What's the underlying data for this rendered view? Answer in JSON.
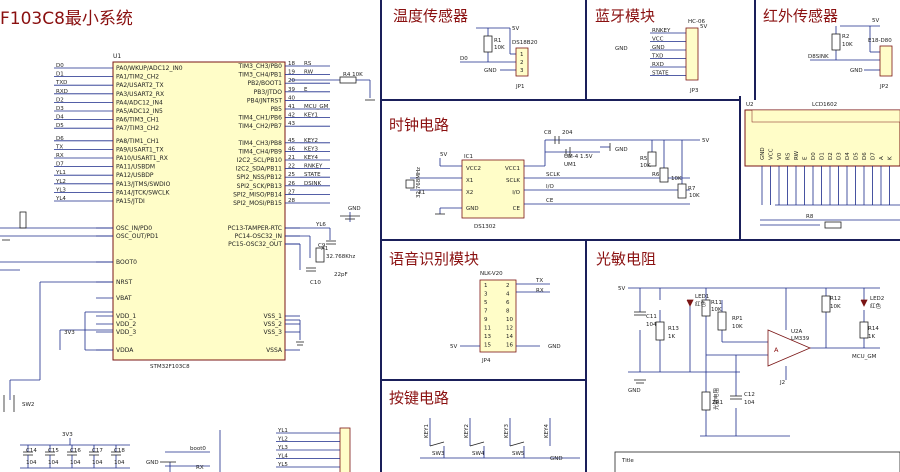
{
  "titles": {
    "mcu": "F103C8最小系统",
    "temp": "温度传感器",
    "bt": "蓝牙模块",
    "ir": "红外传感器",
    "clock": "时钟电路",
    "voice": "语音识别模块",
    "photo": "光敏电阻",
    "keys": "按键电路"
  },
  "mcu": {
    "ref": "U1",
    "part": "STM32F103C8",
    "left_pins": [
      "PA0/WKUP/ADC12_IN0",
      "PA1/TIM2_CH2",
      "PA2/USART2_TX",
      "PA3/USART2_RX",
      "PA4/ADC12_IN4",
      "PA5/ADC12_IN5",
      "PA6/TIM3_CH1",
      "PA7/TIM3_CH2",
      "PA8/TIM1_CH1",
      "PA9/USART1_TX",
      "PA10/USART1_RX",
      "PA11/USBDM",
      "PA12/USBDP",
      "PA13/JTMS/SWDIO",
      "PA14/JTCK/SWCLK",
      "PA15/JTDI",
      "OSC_IN/PD0",
      "OSC_OUT/PD1",
      "BOOT0",
      "NRST",
      "VBAT",
      "VDD_1",
      "VDD_2",
      "VDD_3",
      "VDDA"
    ],
    "right_pins": [
      "TIM3_CH3/PB0",
      "TIM3_CH4/PB1",
      "PB2/BOOT1",
      "PB3/JTDO",
      "PB4/JNTRST",
      "PB5",
      "TIM4_CH1/PB6",
      "TIM4_CH2/PB7",
      "TIM4_CH3/PB8",
      "TIM4_CH4/PB9",
      "I2C2_SCL/PB10",
      "I2C2_SDA/PB11",
      "SPI2_NSS/PB12",
      "SPI2_SCK/PB13",
      "SPI2_MISO/PB14",
      "SPI2_MOSI/PB15",
      "PC13-TAMPER-RTC",
      "PC14-OSC32_IN",
      "PC15-OSC32_OUT",
      "VSS_1",
      "VSS_2",
      "VSS_3",
      "VSSA"
    ],
    "left_nets": [
      "D0",
      "D1",
      "TXD",
      "RXD",
      "D2",
      "D3",
      "D4",
      "D5",
      "D6",
      "TX",
      "RX",
      "D7",
      "YL1",
      "YL2",
      "YL3",
      "YL4"
    ],
    "right_nets": [
      "RS",
      "RW",
      "",
      "E",
      "",
      "MCU_GM",
      "KEY1",
      "",
      "KEY2",
      "KEY3",
      "KEY4",
      "RNKEY",
      "STATE",
      "DSINK",
      "",
      ""
    ],
    "right_pin_nums": [
      "18",
      "19",
      "20",
      "39",
      "40",
      "41",
      "42",
      "43",
      "45",
      "46",
      "21",
      "22",
      "25",
      "26",
      "27",
      "28"
    ],
    "crystal": "32.768Khz",
    "cap": "22pF",
    "r4": "R4 10K",
    "yl6": "YL6",
    "c9": "C9",
    "x1": "X1",
    "c10": "C10",
    "gnd": "GND",
    "sw2": "SW2",
    "v3": "3V3"
  },
  "temp": {
    "r": "R1",
    "rv": "10K",
    "part": "DS18B20",
    "jp": "JP1",
    "net": "D0",
    "vcc": "5V",
    "gnd": "GND"
  },
  "bt": {
    "part": "HC-06",
    "jp": "JP3",
    "pins": [
      "RNKEY",
      "VCC",
      "GND",
      "TXD",
      "RXD",
      "STATE"
    ],
    "vcc": "5V",
    "gnd": "GND"
  },
  "ir": {
    "r": "R2",
    "rv": "10K",
    "part": "E18-D80",
    "jp": "JP2",
    "net": "D8SINK",
    "vcc": "5V",
    "gnd": "GND"
  },
  "lcd": {
    "ref": "U2",
    "part": "LCD1602",
    "pins": [
      "GND",
      "VCC",
      "V0",
      "RS",
      "RW",
      "E",
      "D0",
      "D1",
      "D2",
      "D3",
      "D4",
      "D5",
      "D6",
      "D7",
      "A",
      "K"
    ],
    "r8": "R8"
  },
  "clock": {
    "ic": "IC1",
    "part": "DS1302",
    "left": [
      "VCC2",
      "X1",
      "X2",
      "GND"
    ],
    "right": [
      "VCC1",
      "SCLK",
      "I/O",
      "CE"
    ],
    "xtal": "32.768MHz",
    "xref": "X1",
    "c8": "C8",
    "c8v": "204",
    "bat": "UM-4 1.5V",
    "bat_ref": "UM1",
    "r5": "R5",
    "r6": "R6",
    "r7": "R7",
    "rv": "10K",
    "vcc": "5V",
    "gnd": "GND",
    "nets": [
      "SCLK",
      "I/O",
      "CE"
    ]
  },
  "voice": {
    "part": "NLK-V20",
    "jp": "JP4",
    "left_nums": [
      "1",
      "3",
      "5",
      "7",
      "9",
      "11",
      "13",
      "15"
    ],
    "right_nums": [
      "2",
      "4",
      "6",
      "8",
      "10",
      "12",
      "14",
      "16"
    ],
    "tx": "TX",
    "rx": "RX",
    "vcc": "5V",
    "gnd": "GND"
  },
  "photo": {
    "c11": "C11",
    "c11v": "104",
    "r11": "R11",
    "r13": "R13",
    "rp1": "RP1",
    "r12": "R12",
    "r14": "R14",
    "r10k": "10K",
    "r1k": "1K",
    "led1": "LED1",
    "led2": "LED2",
    "led_color": "红色",
    "u": "U2A",
    "opamp": "LM339",
    "ldr": "光敏电阻",
    "zr": "ZR1",
    "c12": "C12",
    "c12v": "104",
    "out": "MCU_GM",
    "vcc": "5V",
    "gnd": "GND",
    "a": "A",
    "j2": "J2"
  },
  "keys": {
    "labels": [
      "KEY1",
      "KEY2",
      "KEY3",
      "KEY4"
    ],
    "sw": [
      "SW3",
      "SW4",
      "SW5"
    ],
    "gnd": "GND"
  },
  "power": {
    "nets": [
      "YL1",
      "YL2",
      "YL3",
      "YL4",
      "YL5"
    ],
    "caps": [
      "C14",
      "C15",
      "C16",
      "C17",
      "C18"
    ],
    "capv": "104",
    "v3": "3V3",
    "boot0": "boot0",
    "rx": "RX",
    "gnd": "GND"
  },
  "title_block": {
    "label": "Title"
  }
}
